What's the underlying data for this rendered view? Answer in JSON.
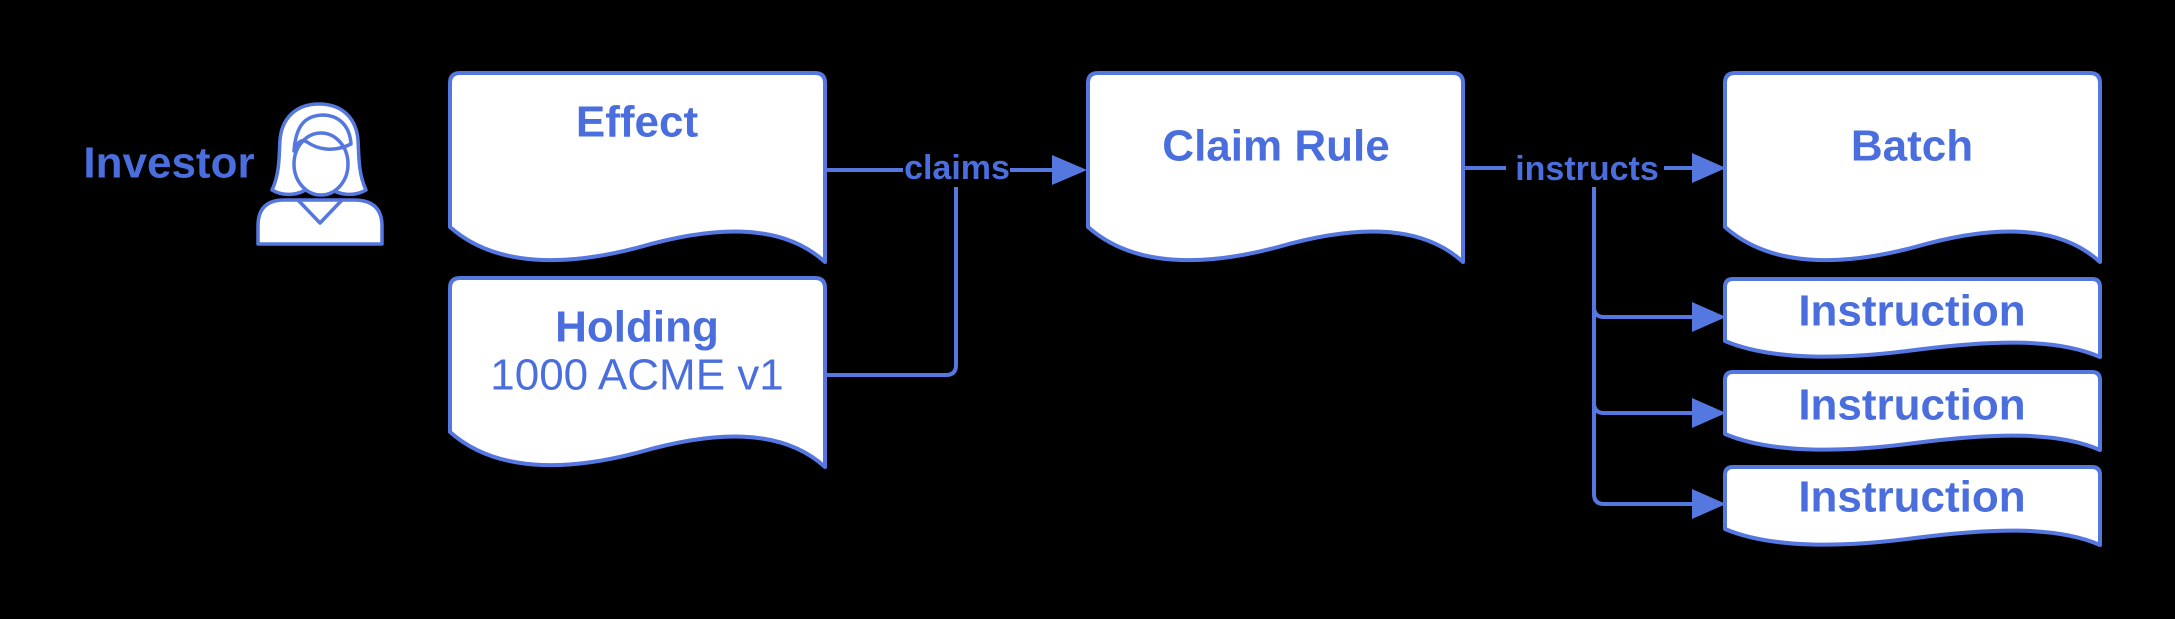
{
  "colors": {
    "background": "#000000",
    "stroke": "#5577e0",
    "text": "#4a6edd",
    "fill": "#ffffff"
  },
  "actor": {
    "label": "Investor",
    "icon": "person-icon"
  },
  "nodes": {
    "effect": {
      "label": "Effect"
    },
    "holding": {
      "label": "Holding",
      "sublabel": "1000 ACME v1"
    },
    "claim_rule": {
      "label": "Claim Rule"
    },
    "batch": {
      "label": "Batch"
    },
    "instruction1": {
      "label": "Instruction"
    },
    "instruction2": {
      "label": "Instruction"
    },
    "instruction3": {
      "label": "Instruction"
    }
  },
  "edges": {
    "claims": {
      "label": "claims"
    },
    "instructs": {
      "label": "instructs"
    }
  }
}
